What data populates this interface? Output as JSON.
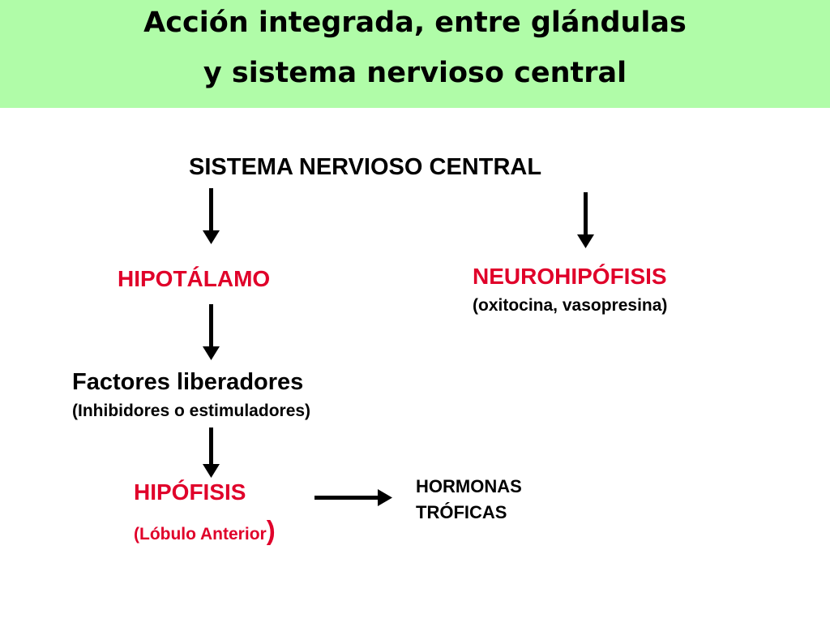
{
  "title": {
    "line1": "Acción integrada, entre glándulas",
    "line2": "y sistema nervioso central"
  },
  "diagram": {
    "snc": "SISTEMA NERVIOSO CENTRAL",
    "hipotalamo": "HIPOTÁLAMO",
    "neurohipofisis": "NEUROHIPÓFISIS",
    "neurohipofisis_sub": "(oxitocina, vasopresina)",
    "factores": "Factores liberadores",
    "factores_sub": "(Inhibidores o estimuladores)",
    "hipofisis": "HIPÓFISIS",
    "hipofisis_sub_a": "(Lóbulo Anterior",
    "hipofisis_sub_b": ")",
    "hormonas_1": "HORMONAS",
    "hormonas_2": "TRÓFICAS"
  },
  "colors": {
    "header_bg": "#b0fca8",
    "accent_red": "#e0002a"
  }
}
